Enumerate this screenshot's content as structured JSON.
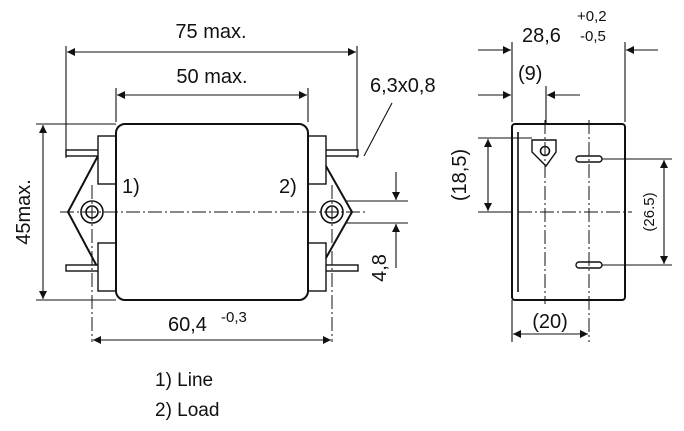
{
  "front_view": {
    "dims": {
      "overall_length": "75 max.",
      "body_length": "50 max.",
      "height": "45max.",
      "mounting_spacing": "60,4",
      "mounting_tolerance": "-0,3",
      "tab_size": "6,3x0,8",
      "hole_size": "4,8"
    },
    "terminal_labels": {
      "left": "1)",
      "right": "2)"
    }
  },
  "side_view": {
    "dims": {
      "width": "28,6",
      "width_tol_plus": "+0,2",
      "width_tol_minus": "-0,5",
      "tab_offset": "(9)",
      "tab_height": "(18,5)",
      "pin_spacing": "(26.5)",
      "base_width": "(20)"
    }
  },
  "legend": {
    "items": [
      "1) Line",
      "2) Load"
    ]
  }
}
